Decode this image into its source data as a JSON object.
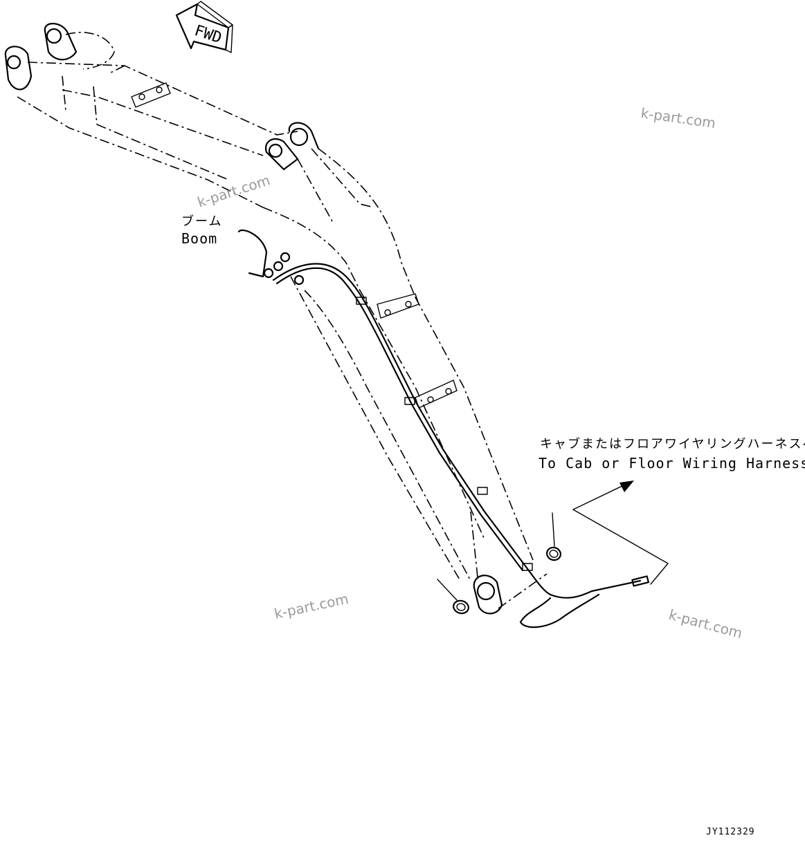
{
  "direction_arrow": {
    "text": "FWD"
  },
  "boom_label": {
    "jp": "ブーム",
    "en": "Boom"
  },
  "harness_label": {
    "jp": "キャブまたはフロアワイヤリングハーネスへ",
    "en": "To Cab or Floor Wiring Harness"
  },
  "watermarks": [
    "k-part.com",
    "k-part.com",
    "k-part.com",
    "k-part.com"
  ],
  "drawing_code": "JY112329"
}
